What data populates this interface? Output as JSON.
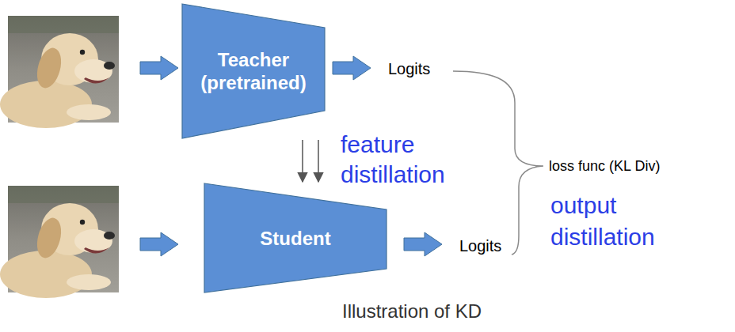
{
  "diagram": {
    "caption": "Illustration of KD",
    "nodes": [
      {
        "text": [
          "Teacher (pretrained)"
        ]
      },
      {
        "text": [
          "Student"
        ]
      }
    ],
    "edges": [
      {
        "from": 0,
        "to": 1,
        "arrow": "to"
      },
      {
        "from": 0,
        "to": 1,
        "arrow": "to"
      }
    ],
    "labels": [
      "Logits",
      "Logits",
      "feature distillation",
      "loss func (KL Div)",
      "output distillation"
    ]
  }
}
